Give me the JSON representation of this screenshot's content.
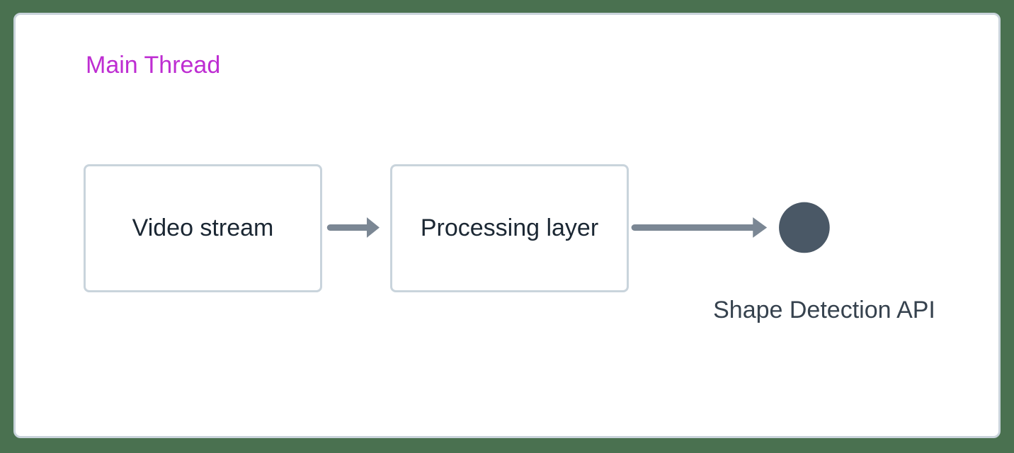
{
  "diagram": {
    "section_label": "Main Thread",
    "nodes": [
      {
        "id": "video-stream",
        "label": "Video stream"
      },
      {
        "id": "processing-layer",
        "label": "Processing layer"
      }
    ],
    "connections": [
      {
        "from": "video-stream",
        "to": "processing-layer"
      },
      {
        "from": "processing-layer",
        "to": "shape-detection-api"
      }
    ],
    "endpoint": {
      "id": "shape-detection-api",
      "label": "Shape Detection API",
      "shape": "circle"
    }
  },
  "colors": {
    "background": "#4A7150",
    "panel_bg": "#FFFFFF",
    "panel_border": "#C9D3DB",
    "box_border": "#C9D4DC",
    "box_text": "#1B2733",
    "section_label": "#BE2DD2",
    "arrow": "#7B8794",
    "circle": "#4A5866",
    "endpoint_text": "#36424E"
  }
}
